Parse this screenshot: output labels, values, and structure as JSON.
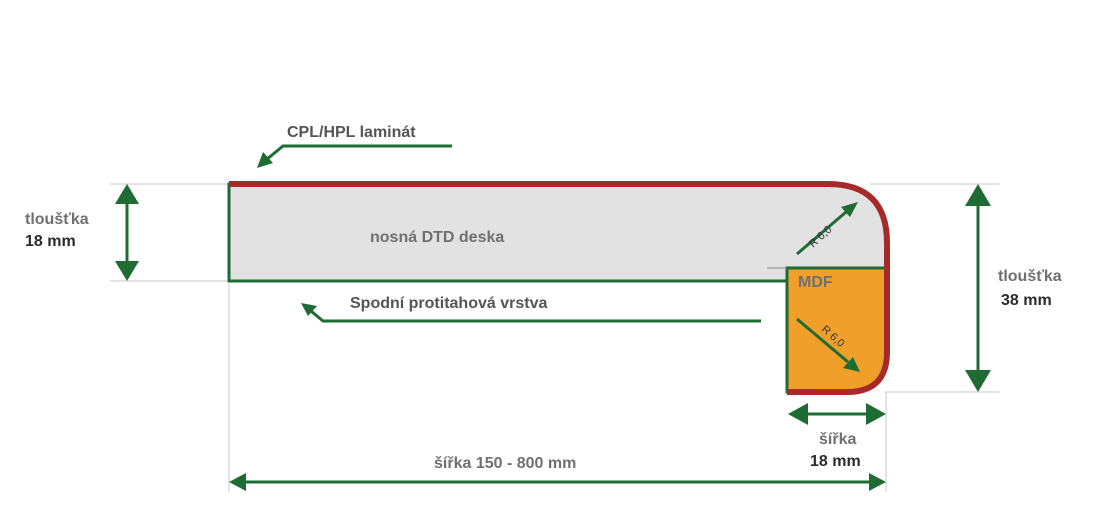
{
  "labels": {
    "laminate": "CPL/HPL laminát",
    "core": "nosná DTD deska",
    "backing_layer": "Spodní protitahová vrstva",
    "mdf": "MDF",
    "radius_top": "R 6,0",
    "radius_bottom": "R 6,0",
    "left_thickness_title": "tloušťka",
    "left_thickness_value": "18 mm",
    "right_thickness_title": "tloušťka",
    "right_thickness_value": "38 mm",
    "edge_width_title": "šířka",
    "edge_width_value": "18 mm",
    "total_width": "šířka 150 - 800 mm"
  },
  "colors": {
    "laminate": "#a62a2a",
    "core_fill": "#e2e2e2",
    "core_outline": "#1e6b33",
    "mdf_fill": "#f0a02a",
    "arrows": "#1e6b33",
    "label_text": "#707070"
  }
}
